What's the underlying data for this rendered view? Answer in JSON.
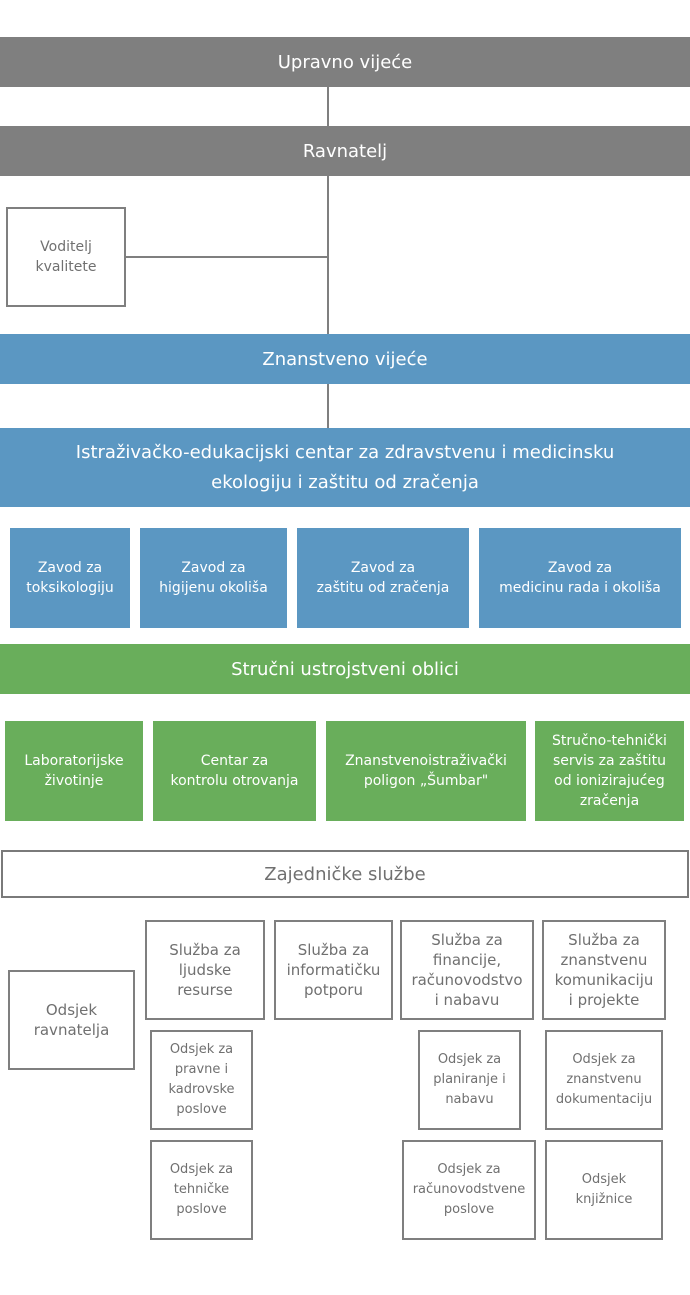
{
  "governance": {
    "board": "Upravno vijeće",
    "director": "Ravnatelj",
    "quality": "Voditelj\nkvalitete",
    "science_council": "Znanstveno vijeće"
  },
  "research_center": {
    "title": "Istraživačko-edukacijski centar za zdravstvenu i medicinsku\nekologiju i zaštitu od zračenja",
    "institutes": [
      "Zavod za\ntoksikologiju",
      "Zavod za\nhigijenu okoliša",
      "Zavod za\nzaštitu od zračenja",
      "Zavod za\nmedicinu rada i okoliša"
    ]
  },
  "professional": {
    "title": "Stručni ustrojstveni oblici",
    "units": [
      "Laboratorijske\nživotinje",
      "Centar za\nkontrolu otrovanja",
      "Znanstvenoistraživački\npoligon „Šumbar\"",
      "Stručno-tehnički\nservis za zaštitu\nod ionizirajućeg\nzračenja"
    ]
  },
  "common_services": {
    "title": "Zajedničke službe",
    "director_office": "Odsjek\nravnatelja",
    "services": [
      "Služba za\nljudske\nresurse",
      "Služba za\ninformatičku\npotporu",
      "Služba za\nfinancije,\nračunovodstvo\ni nabavu",
      "Služba za\nznanstvenu\nkomunikaciju\ni projekte"
    ],
    "hr_sections": [
      "Odsjek za\npravne i\nkadrovske\nposlove",
      "Odsjek za\ntehničke\nposlove"
    ],
    "finance_sections": [
      "Odsjek za\nplaniranje i\nnabavu",
      "Odsjek za\nračunovodstvene\nposlove"
    ],
    "comm_sections": [
      "Odsjek za\nznanstvenu\ndokumentaciju",
      "Odsjek\nknjižnice"
    ]
  }
}
